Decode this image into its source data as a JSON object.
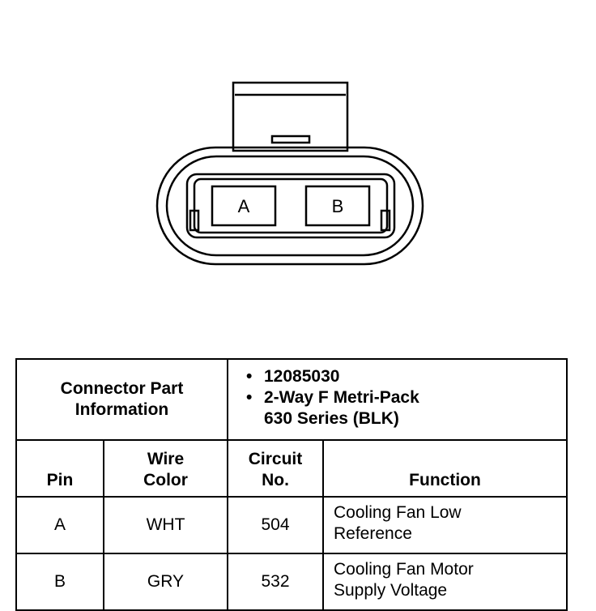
{
  "connector": {
    "pins": [
      {
        "label": "A"
      },
      {
        "label": "B"
      }
    ]
  },
  "table": {
    "part_info_label_line1": "Connector Part",
    "part_info_label_line2": "Information",
    "part_number": "12085030",
    "connector_type_line1": "2-Way F Metri-Pack",
    "connector_type_line2": "630 Series (BLK)",
    "headers": {
      "pin": "Pin",
      "wire_color_line1": "Wire",
      "wire_color_line2": "Color",
      "circuit_line1": "Circuit",
      "circuit_line2": "No.",
      "function": "Function"
    },
    "rows": [
      {
        "pin": "A",
        "wire_color": "WHT",
        "circuit": "504",
        "function_line1": "Cooling Fan Low",
        "function_line2": "Reference"
      },
      {
        "pin": "B",
        "wire_color": "GRY",
        "circuit": "532",
        "function_line1": "Cooling Fan Motor",
        "function_line2": "Supply Voltage"
      }
    ]
  }
}
